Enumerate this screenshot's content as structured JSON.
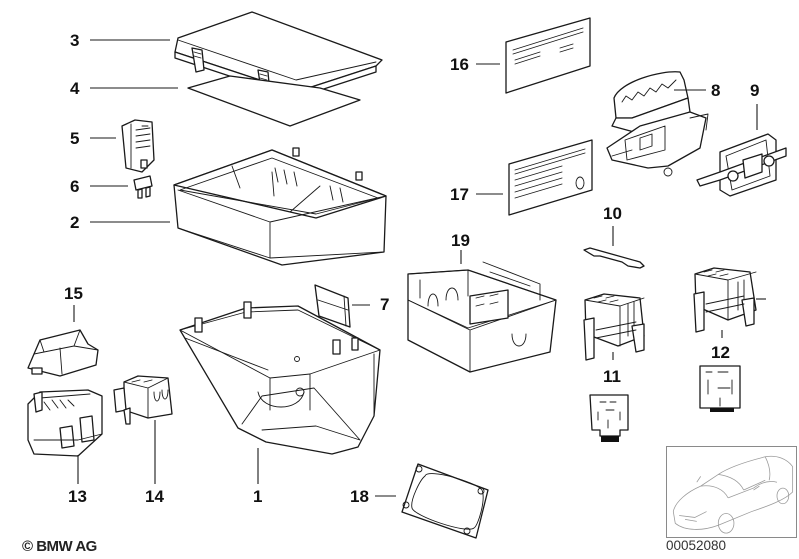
{
  "diagram": {
    "title": "Fuse box / relay carrier parts diagram",
    "copyright": "© BMW AG",
    "diagram_number": "00052080",
    "callouts": [
      {
        "id": "1",
        "label": "1"
      },
      {
        "id": "2",
        "label": "2"
      },
      {
        "id": "3",
        "label": "3"
      },
      {
        "id": "4",
        "label": "4"
      },
      {
        "id": "5",
        "label": "5"
      },
      {
        "id": "6",
        "label": "6"
      },
      {
        "id": "7",
        "label": "7"
      },
      {
        "id": "8",
        "label": "8"
      },
      {
        "id": "9",
        "label": "9"
      },
      {
        "id": "10",
        "label": "10"
      },
      {
        "id": "11",
        "label": "11"
      },
      {
        "id": "12",
        "label": "12"
      },
      {
        "id": "13",
        "label": "13"
      },
      {
        "id": "14",
        "label": "14"
      },
      {
        "id": "15",
        "label": "15"
      },
      {
        "id": "16",
        "label": "16"
      },
      {
        "id": "17",
        "label": "17"
      },
      {
        "id": "18",
        "label": "18"
      },
      {
        "id": "19",
        "label": "19"
      }
    ],
    "vehicle_thumbnail": {
      "icon": "car-outline-icon"
    }
  }
}
